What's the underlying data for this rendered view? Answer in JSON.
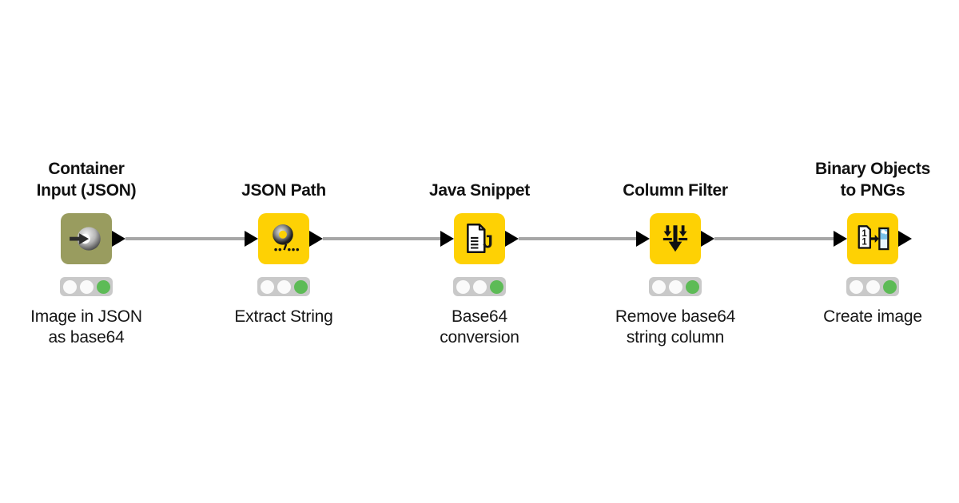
{
  "canvas": {
    "background": "#ffffff"
  },
  "workflow": {
    "connector_color": "#a6a6a6",
    "port_color": "#000000",
    "node_yellow": "#fed104",
    "traffic_light": {
      "background": "#c9c9c9",
      "lights": [
        "#fafafa",
        "#fafafa",
        "#5dbb56"
      ],
      "state": "executed"
    },
    "nodes": [
      {
        "title": "Container\nInput (JSON)",
        "annotation": "Image in JSON\nas base64",
        "color": "#999c5f",
        "icon": "container-input-icon"
      },
      {
        "title": "JSON Path",
        "annotation": "Extract String",
        "color": "#fed104",
        "icon": "json-path-icon"
      },
      {
        "title": "Java Snippet",
        "annotation": "Base64\nconversion",
        "color": "#fed104",
        "icon": "java-snippet-icon"
      },
      {
        "title": "Column Filter",
        "annotation": "Remove base64\nstring column",
        "color": "#fed104",
        "icon": "column-filter-icon"
      },
      {
        "title": "Binary Objects\nto PNGs",
        "annotation": "Create image",
        "color": "#fed104",
        "icon": "binary-objects-to-pngs-icon"
      }
    ]
  }
}
